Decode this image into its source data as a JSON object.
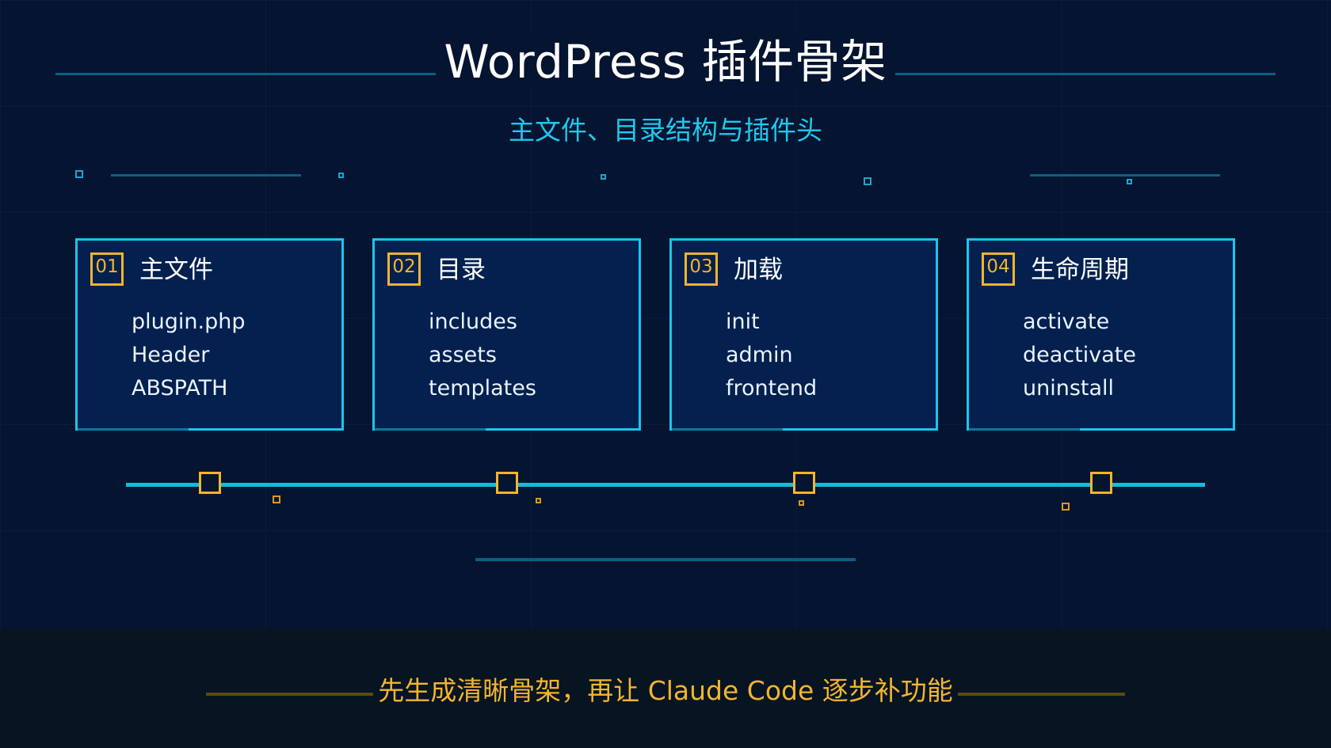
{
  "slide": {
    "title": "WordPress 插件骨架",
    "subtitle": "主文件、目录结构与插件头",
    "footer": "先生成清晰骨架，再让 Claude Code 逐步补功能"
  },
  "cards": [
    {
      "number": "01",
      "title": "主文件",
      "items": [
        "plugin.php",
        "Header",
        "ABSPATH"
      ]
    },
    {
      "number": "02",
      "title": "目录",
      "items": [
        "includes",
        "assets",
        "templates"
      ]
    },
    {
      "number": "03",
      "title": "加载",
      "items": [
        "init",
        "admin",
        "frontend"
      ]
    },
    {
      "number": "04",
      "title": "生命周期",
      "items": [
        "activate",
        "deactivate",
        "uninstall"
      ]
    }
  ],
  "colors": {
    "background": "#051430",
    "card_fill": "#03204f",
    "card_border": "#19c6ec",
    "accent_gold": "#f2b52e",
    "subtitle": "#1ec8ee"
  }
}
